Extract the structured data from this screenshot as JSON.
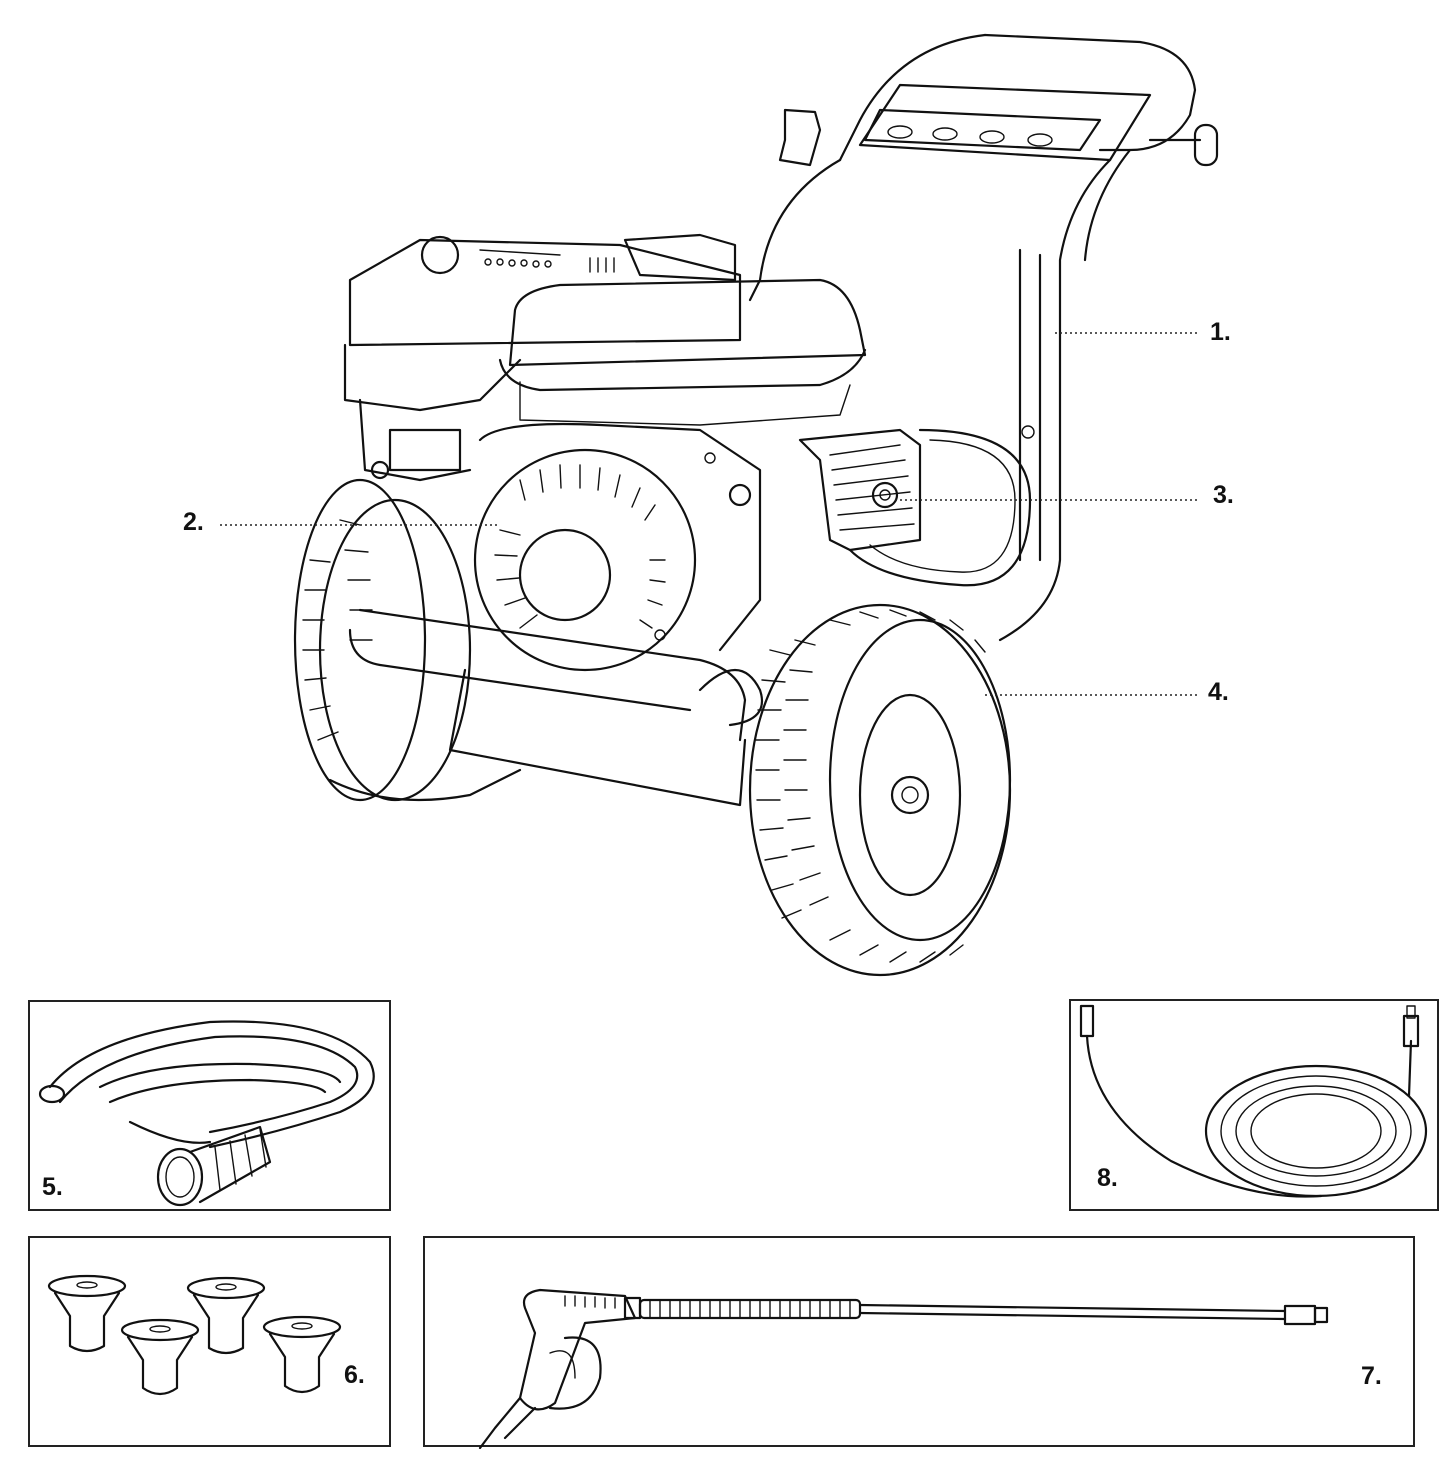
{
  "callouts": {
    "c1": "1.",
    "c2": "2.",
    "c3": "3.",
    "c4": "4.",
    "c5": "5.",
    "c6": "6.",
    "c7": "7.",
    "c8": "8."
  },
  "colors": {
    "ink": "#111111",
    "background": "#ffffff"
  },
  "icons": [
    "pressure-washer-illustration",
    "inlet-hose-filter-icon",
    "nozzle-tips-icon",
    "spray-gun-wand-icon",
    "high-pressure-hose-icon"
  ]
}
